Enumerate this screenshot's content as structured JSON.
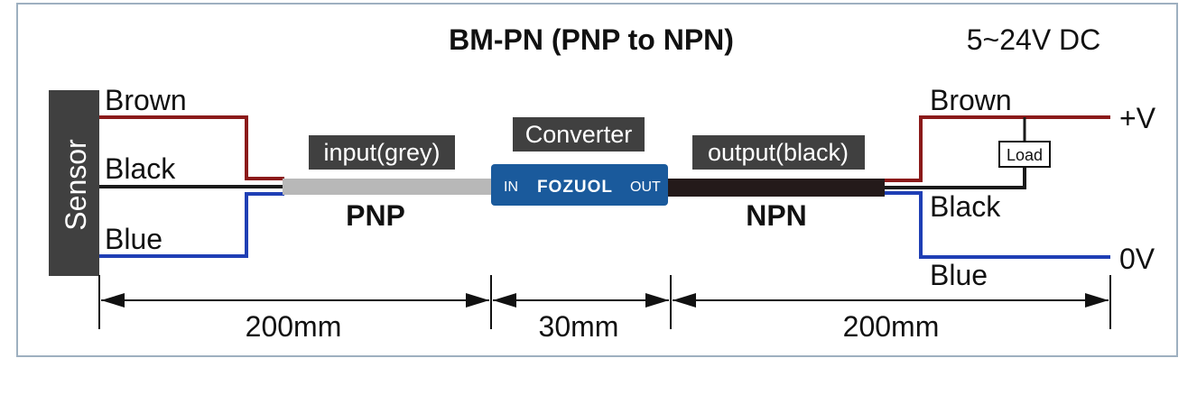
{
  "title": "BM-PN  (PNP to NPN)",
  "voltage": "5~24V DC",
  "sensor": {
    "label": "Sensor",
    "wires": {
      "brown": "Brown",
      "black": "Black",
      "blue": "Blue"
    }
  },
  "input_cable": {
    "tag": "input(grey)",
    "type": "PNP"
  },
  "converter": {
    "tag": "Converter",
    "in": "IN",
    "brand": "FOZUOL",
    "out": "OUT"
  },
  "output_cable": {
    "tag": "output(black)",
    "type": "NPN"
  },
  "output_side": {
    "wires": {
      "brown": "Brown",
      "black": "Black",
      "blue": "Blue"
    },
    "plus_v": "+V",
    "zero_v": "0V",
    "load": "Load"
  },
  "dimensions": {
    "left": "200mm",
    "middle": "30mm",
    "right": "200mm"
  },
  "colors": {
    "brown_wire": "#8b1a1a",
    "black_wire": "#1a1a1a",
    "blue_wire": "#1f3fb5",
    "grey_cable": "#b8b8b8",
    "black_cable": "#241a1a",
    "converter_body": "#1a5a9c",
    "tag_bg": "#404040",
    "frame": "#9eb0c0"
  }
}
